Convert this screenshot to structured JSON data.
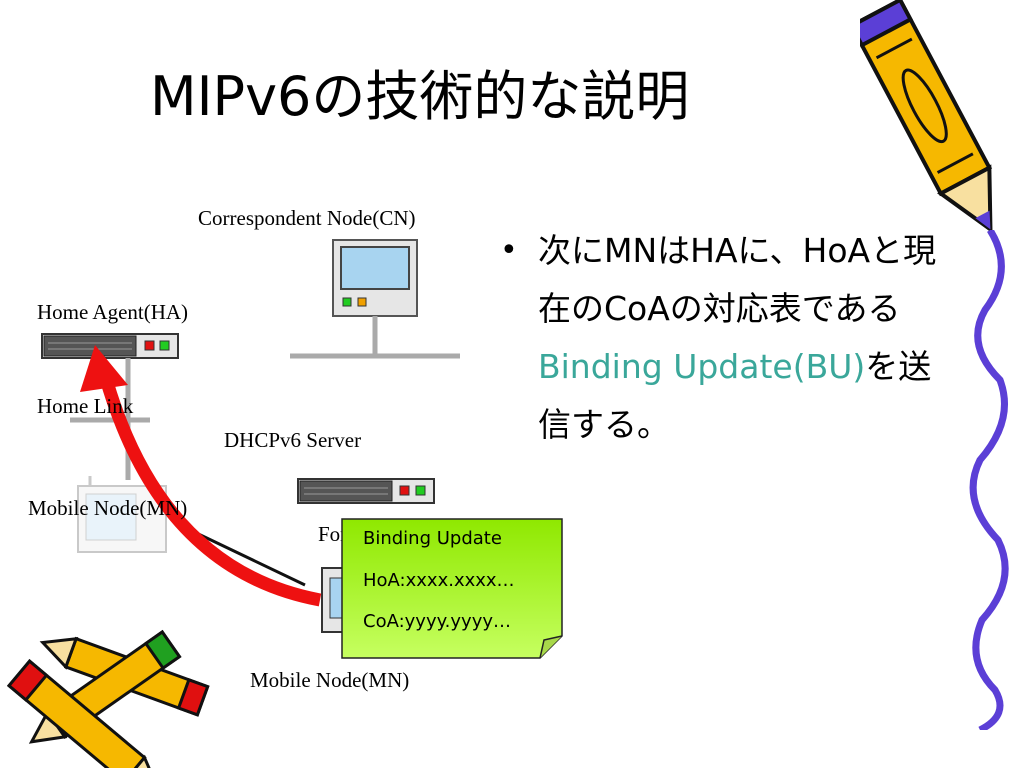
{
  "slide": {
    "title": "MIPv6の技術的な説明"
  },
  "diagram": {
    "labels": {
      "cn": "Correspondent Node(CN)",
      "ha": "Home Agent(HA)",
      "home_link": "Home Link",
      "dhcp": "DHCPv6 Server",
      "mn_home": "Mobile Node(MN)",
      "foreign_link": "Foreign Link",
      "mn_foreign": "Mobile Node(MN)"
    },
    "binding_update": {
      "line1": "Binding Update",
      "line2": "HoA:xxxx.xxxx…",
      "line3": "CoA:yyyy.yyyy…",
      "color": "#88e000"
    },
    "arrow_color": "#ee1111"
  },
  "bullet": {
    "part1": "次にMNはHAに、HoAと現在のCoAの対応表である",
    "highlight": "Binding Update(BU)",
    "part2": "を送信する。",
    "highlight_color": "#3aa79a"
  }
}
